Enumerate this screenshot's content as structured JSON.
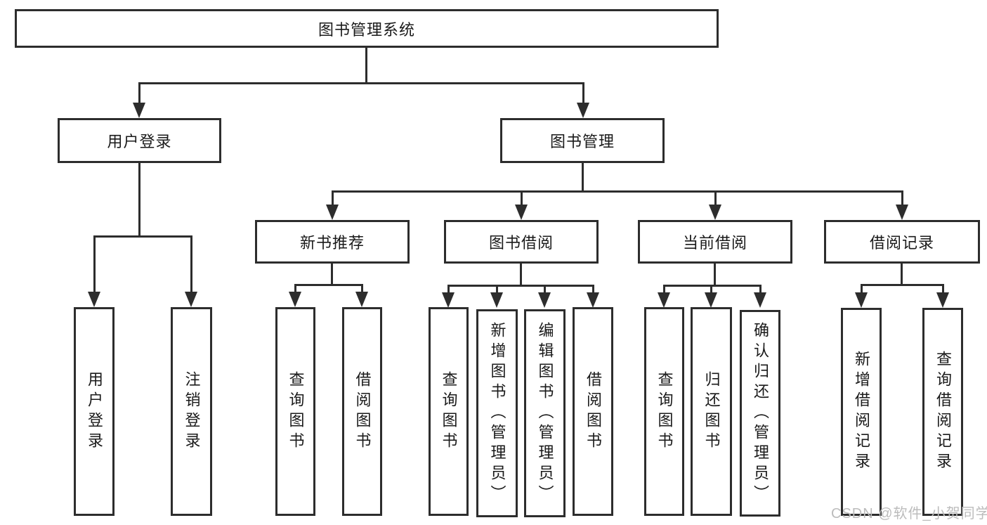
{
  "tree": {
    "root": "图书管理系统",
    "level2": [
      {
        "label": "用户登录",
        "children": [
          "用户登录",
          "注销登录"
        ]
      },
      {
        "label": "图书管理",
        "children": [
          {
            "label": "新书推荐",
            "children": [
              "查询图书",
              "借阅图书"
            ]
          },
          {
            "label": "图书借阅",
            "children": [
              "查询图书",
              "新增图书（管理员）",
              "编辑图书（管理员）",
              "借阅图书"
            ]
          },
          {
            "label": "当前借阅",
            "children": [
              "查询图书",
              "归还图书",
              "确认归还（管理员）"
            ]
          },
          {
            "label": "借阅记录",
            "children": [
              "新增借阅记录",
              "查询借阅记录"
            ]
          }
        ]
      }
    ]
  },
  "colors": {
    "line": "#2d2d2d",
    "text": "#1a1a1a",
    "watermark": "#bcbcbc",
    "background": "#ffffff"
  },
  "watermark": "CSDN @软件_小贺同学"
}
